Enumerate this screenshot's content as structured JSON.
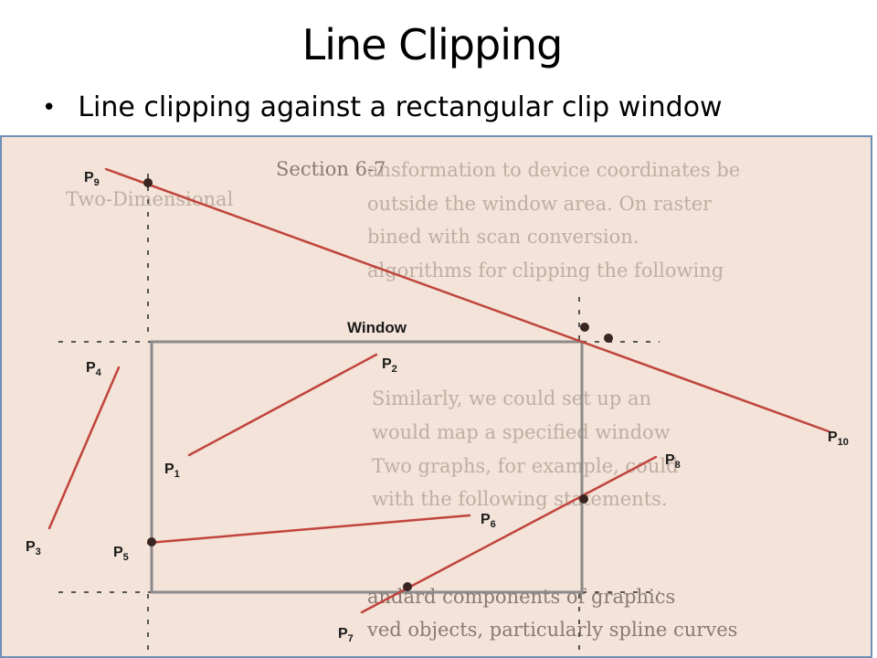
{
  "slide": {
    "title": "Line Clipping",
    "bullet": "Line clipping against a rectangular clip window"
  },
  "figure": {
    "window_label": "Window",
    "background_text": [
      "ansformation to device coordinates be",
      "outside the window area. On raster",
      "bined with scan conversion.",
      "algorithms for clipping the following",
      "Similarly, we could set up an",
      "would map a specified window",
      "Two graphs, for example, could",
      "with the following statements.",
      "andard components of graphics",
      "ved objects, particularly spline curves",
      "Section 6-7",
      "Two-Dimensional"
    ],
    "colors": {
      "segment": "#c0443c",
      "window": "#8c8a8a",
      "paper": "#f3e3d8"
    },
    "points": [
      {
        "id": "P1",
        "base": "P",
        "sub": "1"
      },
      {
        "id": "P2",
        "base": "P",
        "sub": "2"
      },
      {
        "id": "P3",
        "base": "P",
        "sub": "3"
      },
      {
        "id": "P4",
        "base": "P",
        "sub": "4"
      },
      {
        "id": "P5",
        "base": "P",
        "sub": "5"
      },
      {
        "id": "P6",
        "base": "P",
        "sub": "6"
      },
      {
        "id": "P7",
        "base": "P",
        "sub": "7"
      },
      {
        "id": "P8",
        "base": "P",
        "sub": "8"
      },
      {
        "id": "P9",
        "base": "P",
        "sub": "9"
      },
      {
        "id": "P10",
        "base": "P",
        "sub": "10"
      }
    ],
    "segments": [
      {
        "from": "P1",
        "to": "P2"
      },
      {
        "from": "P3",
        "to": "P4"
      },
      {
        "from": "P5",
        "to": "P6"
      },
      {
        "from": "P7",
        "to": "P8"
      },
      {
        "from": "P9",
        "to": "P10"
      }
    ]
  }
}
